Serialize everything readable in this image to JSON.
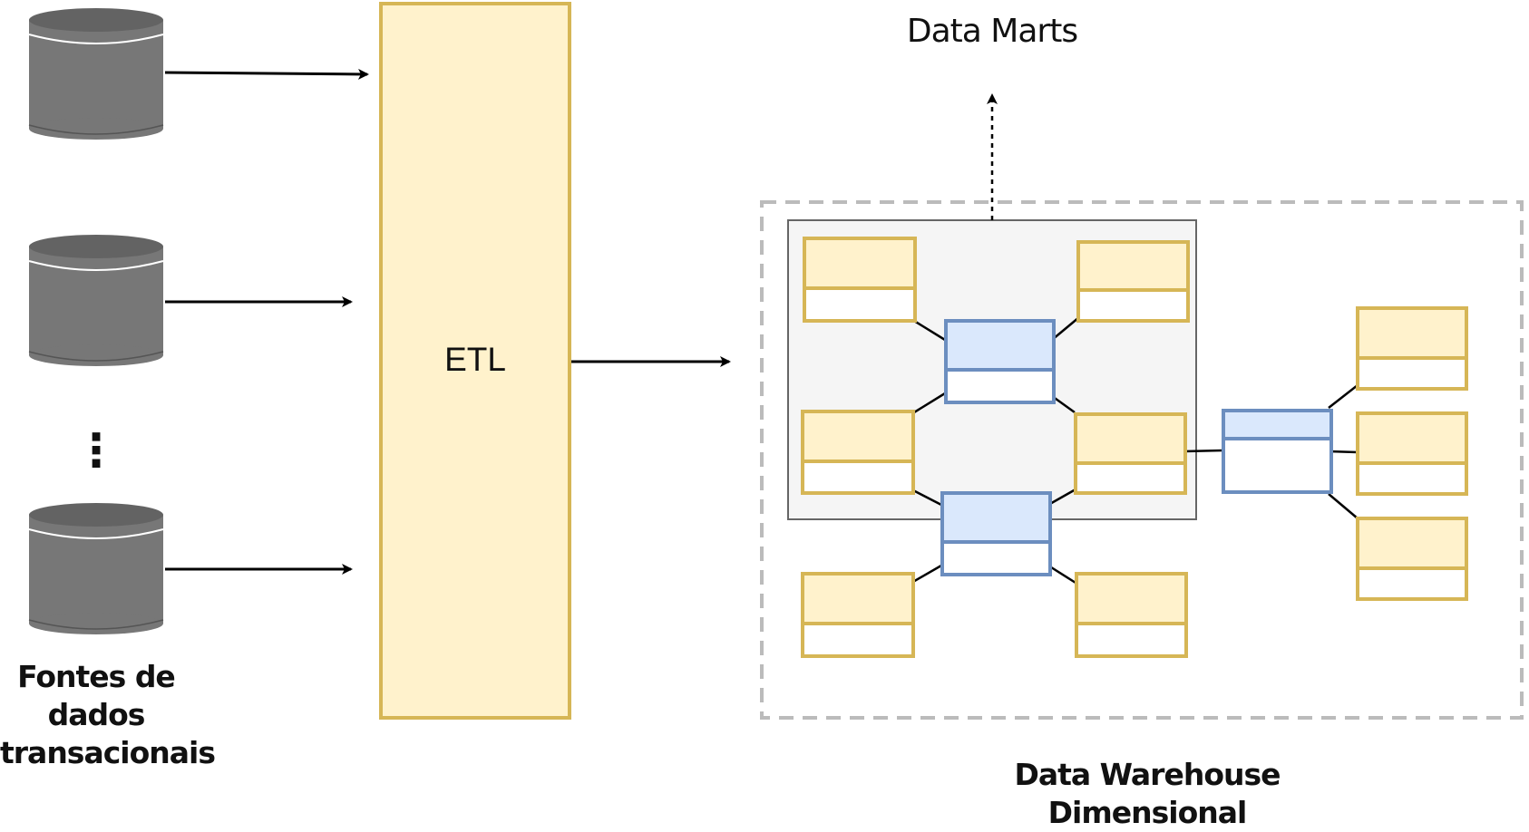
{
  "sources": {
    "label_line1": "Fontes de",
    "label_line2": "dados",
    "label_line3": "transacionais",
    "ellipsis": "⋮"
  },
  "etl": {
    "label": "ETL"
  },
  "data_marts": {
    "label": "Data Marts"
  },
  "warehouse": {
    "label_line1": "Data Warehouse",
    "label_line2": "Dimensional"
  },
  "colors": {
    "cylinder": "#777777",
    "cylinder_top": "#636363",
    "etl_fill": "#fff2cc",
    "etl_stroke": "#d6b656",
    "dimension_fill": "#fff2cc",
    "dimension_stroke": "#d6b656",
    "fact_fill": "#dae8fc",
    "fact_stroke": "#6c8ebf",
    "mart_fill": "#f5f5f5",
    "mart_stroke": "#666666",
    "dashed_border": "#bbbbbb"
  }
}
